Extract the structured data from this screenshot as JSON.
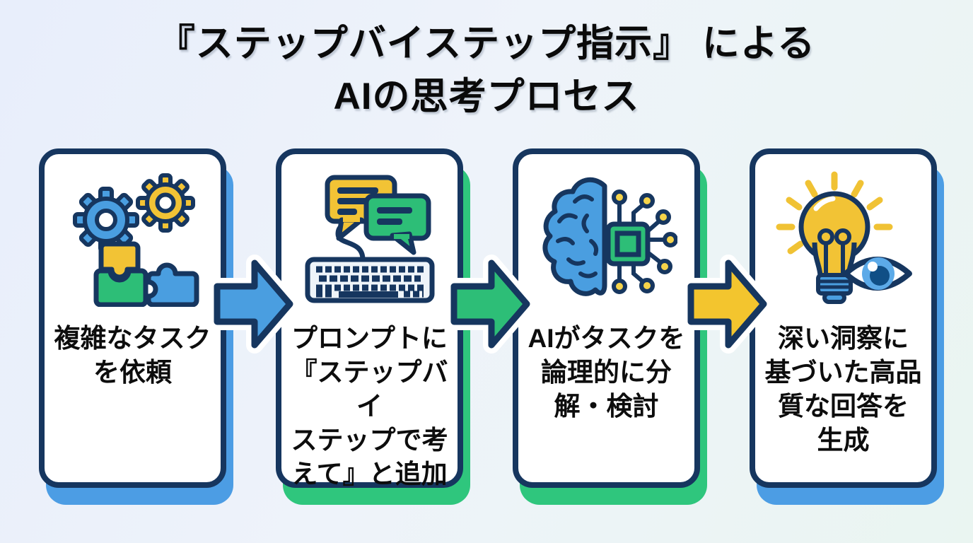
{
  "title": {
    "line1": "『ステップバイステップ指示』 による",
    "line2": "AIの思考プロセス"
  },
  "steps": [
    {
      "icon": "gears-puzzle-icon",
      "label_lines": [
        "複雑なタスク",
        "を依頼"
      ],
      "shadow_color": "#4c9de4"
    },
    {
      "icon": "keyboard-chat-icon",
      "label_lines": [
        "プロンプトに",
        "『ステップバイ",
        "ステップで考",
        "えて』と追加"
      ],
      "shadow_color": "#2fc67d"
    },
    {
      "icon": "brain-chip-icon",
      "label_lines": [
        "AIがタスクを",
        "論理的に分",
        "解・検討"
      ],
      "shadow_color": "#2fc67d"
    },
    {
      "icon": "lightbulb-eye-icon",
      "label_lines": [
        "深い洞察に",
        "基づいた高品",
        "質な回答を",
        "生成"
      ],
      "shadow_color": "#4c9de4"
    }
  ],
  "arrows": [
    {
      "direction": "right",
      "color": "#4a9ee0"
    },
    {
      "direction": "right",
      "color": "#2dbe77"
    },
    {
      "direction": "right",
      "color": "#f3c52e"
    }
  ],
  "palette": {
    "background_left": "#e8eefb",
    "background_right": "#eaf5f1",
    "card_background": "#ffffff",
    "card_border_navy": "#16365f",
    "accent_blue": "#4a9ee0",
    "accent_green": "#2dbe77",
    "accent_yellow": "#f2c335",
    "text_black": "#0d0d0d"
  }
}
